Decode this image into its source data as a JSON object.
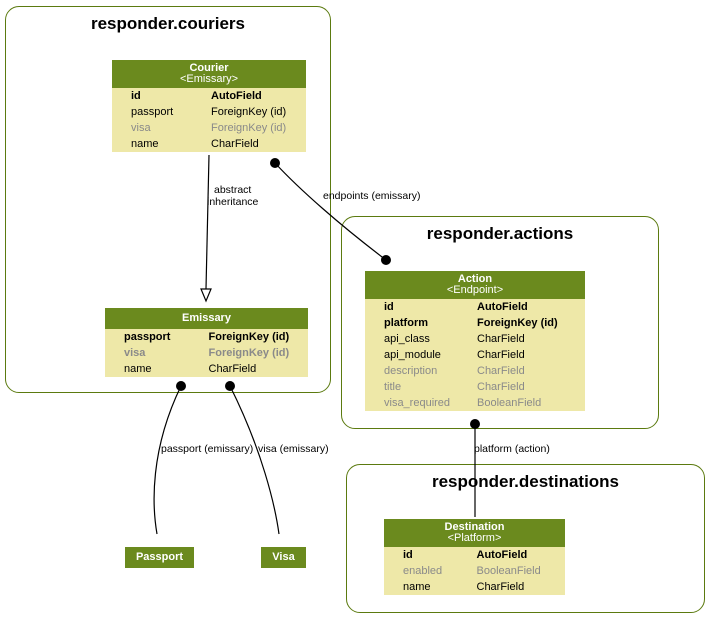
{
  "clusters": {
    "couriers": {
      "title": "responder.couriers"
    },
    "actions": {
      "title": "responder.actions"
    },
    "destinations": {
      "title": "responder.destinations"
    }
  },
  "models": {
    "courier": {
      "name": "Courier",
      "parent": "<Emissary>",
      "rows": [
        {
          "field": "id",
          "type": "AutoField",
          "style": "bold"
        },
        {
          "field": "passport",
          "type": "ForeignKey (id)",
          "style": "normal"
        },
        {
          "field": "visa",
          "type": "ForeignKey (id)",
          "style": "muted"
        },
        {
          "field": "name",
          "type": "CharField",
          "style": "normal"
        }
      ]
    },
    "emissary": {
      "name": "Emissary",
      "rows": [
        {
          "field": "passport",
          "type": "ForeignKey (id)",
          "style": "bold"
        },
        {
          "field": "visa",
          "type": "ForeignKey (id)",
          "style": "bold-muted"
        },
        {
          "field": "name",
          "type": "CharField",
          "style": "normal"
        }
      ]
    },
    "action": {
      "name": "Action",
      "parent": "<Endpoint>",
      "rows": [
        {
          "field": "id",
          "type": "AutoField",
          "style": "bold"
        },
        {
          "field": "platform",
          "type": "ForeignKey (id)",
          "style": "bold"
        },
        {
          "field": "api_class",
          "type": "CharField",
          "style": "normal"
        },
        {
          "field": "api_module",
          "type": "CharField",
          "style": "normal"
        },
        {
          "field": "description",
          "type": "CharField",
          "style": "muted"
        },
        {
          "field": "title",
          "type": "CharField",
          "style": "muted"
        },
        {
          "field": "visa_required",
          "type": "BooleanField",
          "style": "muted"
        }
      ]
    },
    "destination": {
      "name": "Destination",
      "parent": "<Platform>",
      "rows": [
        {
          "field": "id",
          "type": "AutoField",
          "style": "bold"
        },
        {
          "field": "enabled",
          "type": "BooleanField",
          "style": "muted"
        },
        {
          "field": "name",
          "type": "CharField",
          "style": "normal"
        }
      ]
    }
  },
  "leaves": {
    "passport": "Passport",
    "visa": "Visa"
  },
  "edge_labels": {
    "abstract": "abstract\ninheritance",
    "endpoints": "endpoints (emissary)",
    "passport": "passport (emissary)",
    "visa": "visa (emissary)",
    "platform": "platform (action)"
  }
}
